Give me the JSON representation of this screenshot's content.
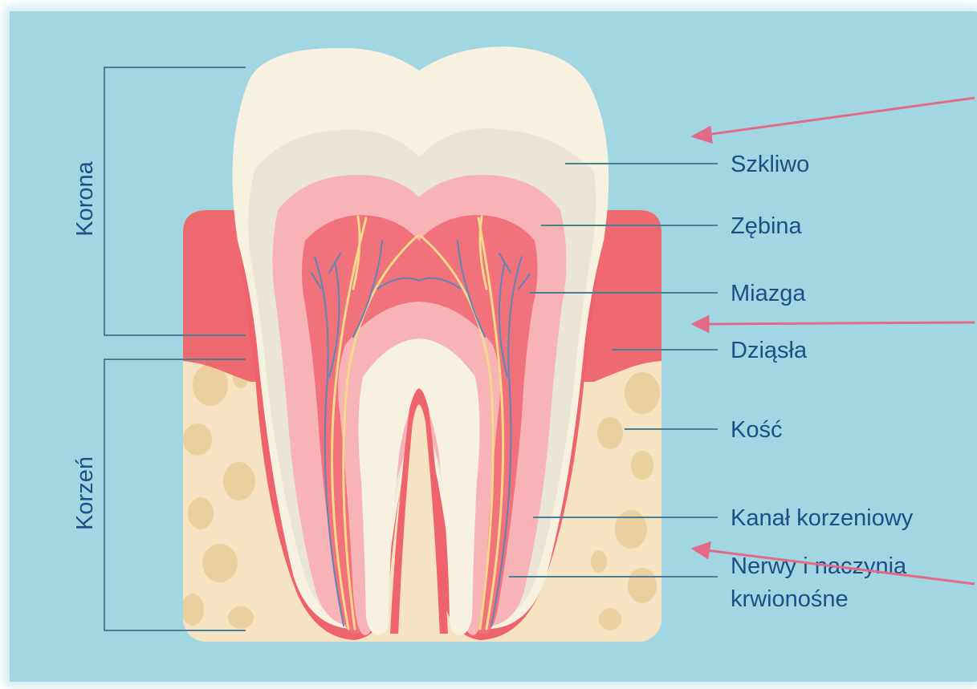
{
  "diagram": {
    "group_labels": {
      "crown": "Korona",
      "root": "Korzeń"
    },
    "labels": {
      "enamel": "Szkliwo",
      "dentin": "Zębina",
      "pulp": "Miazga",
      "gums": "Dziąsła",
      "bone": "Kość",
      "root_canal": "Kanał korzeniowy",
      "nerves_line1": "Nerwy i naczynia",
      "nerves_line2": "krwionośne"
    },
    "colors": {
      "background": "#a1d6e2",
      "label_text": "#1f4d86",
      "leader_lines": "#4a7f96",
      "enamel": "#f7f1e0",
      "enamel_shadow": "#ebe5d5",
      "dentin": "#f7b3b6",
      "pulp": "#f2727c",
      "gums": "#ef6970",
      "bone": "#f6e3c1",
      "bone_spots": "#eccf9e",
      "nerves": "#f3d78b",
      "vessels": "#5e86b8",
      "pink_arrows": "#e26a86"
    }
  }
}
